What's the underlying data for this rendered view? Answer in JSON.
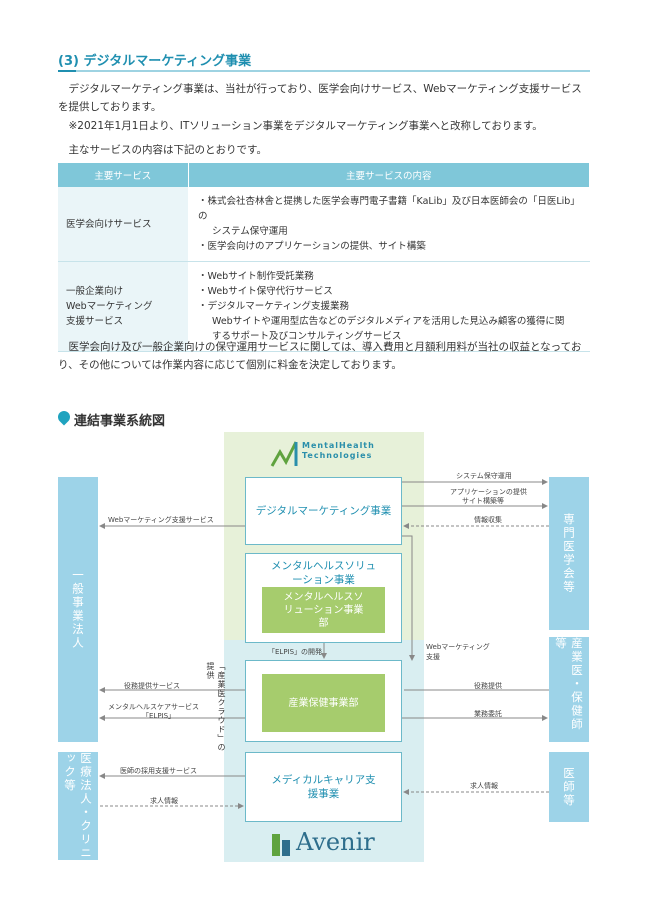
{
  "section": {
    "title": "(3) デジタルマーケティング事業",
    "para1": "デジタルマーケティング事業は、当社が行っており、医学会向けサービス、Webマーケティング支援サービスを提供しております。",
    "note": "※2021年1月1日より、ITソリューション事業をデジタルマーケティング事業へと改称しております。",
    "para2": "主なサービスの内容は下記のとおりです。",
    "para3": "医学会向け及び一般企業向けの保守運用サービスに関しては、導入費用と月額利用料が当社の収益となっており、その他については作業内容に応じて個別に料金を決定しております。"
  },
  "table": {
    "headers": [
      "主要サービス",
      "主要サービスの内容"
    ],
    "row1": {
      "category": "医学会向けサービス",
      "items": [
        "・株式会社杏林舎と提携した医学会専門電子書籍「KaLib」及び日本医師会の「日医Lib」の",
        "システム保守運用",
        "・医学会向けのアプリケーションの提供、サイト構築"
      ]
    },
    "row2": {
      "category_lines": [
        "一般企業向け",
        "Webマーケティング",
        "支援サービス"
      ],
      "items": [
        "・Webサイト制作受託業務",
        "・Webサイト保守代行サービス",
        "・デジタルマーケティング支援業務",
        "Webサイトや運用型広告などのデジタルメディアを活用した見込み顧客の獲得に関",
        "するサポート及びコンサルティングサービス"
      ]
    }
  },
  "diagram": {
    "title": "連結事業系統図",
    "logo_top": "MentalHealth Technologies",
    "logo_bottom": "Avenir",
    "boxes": {
      "digital": "デジタルマーケティング事業",
      "mental_head": "メンタルヘルスソリューション事業",
      "mental_dept": "メンタルヘルスソリューション事業部",
      "sangyo": "産業保健事業部",
      "medical": "メディカルキャリア支援事業"
    },
    "side": {
      "left_top": "一般事業法人",
      "left_bottom": "医療法人・クリニック等",
      "right_1": "専門医学会等",
      "right_2": "産業医・保健師等",
      "right_3": "医師等"
    },
    "labels": {
      "sys_ops": "システム保守運用",
      "app_1": "アプリケーションの提供",
      "app_2": "サイト構築等",
      "info": "情報収集",
      "web_support_left": "Webマーケティング支援サービス",
      "elpis_dev": "「ELPIS」の開発",
      "web_mkt_1": "Webマーケティング",
      "web_mkt_2": "支援",
      "service_provide": "役務提供サービス",
      "mh_care_1": "メンタルヘルスケアサービス",
      "mh_care_2": "「ELPIS」",
      "cloud": "「産業医クラウド」の提供",
      "right_service": "役務提供",
      "outsource": "業務委託",
      "recruit": "医師の採用支援サービス",
      "job_info_left": "求人情報",
      "job_info_right": "求人情報"
    }
  },
  "colors": {
    "accent": "#1f8fb0",
    "light_teal": "#9dd3e8",
    "green": "#a6cc6d",
    "green_band": "#e7f1d9",
    "teal_band": "#d9eef1"
  }
}
